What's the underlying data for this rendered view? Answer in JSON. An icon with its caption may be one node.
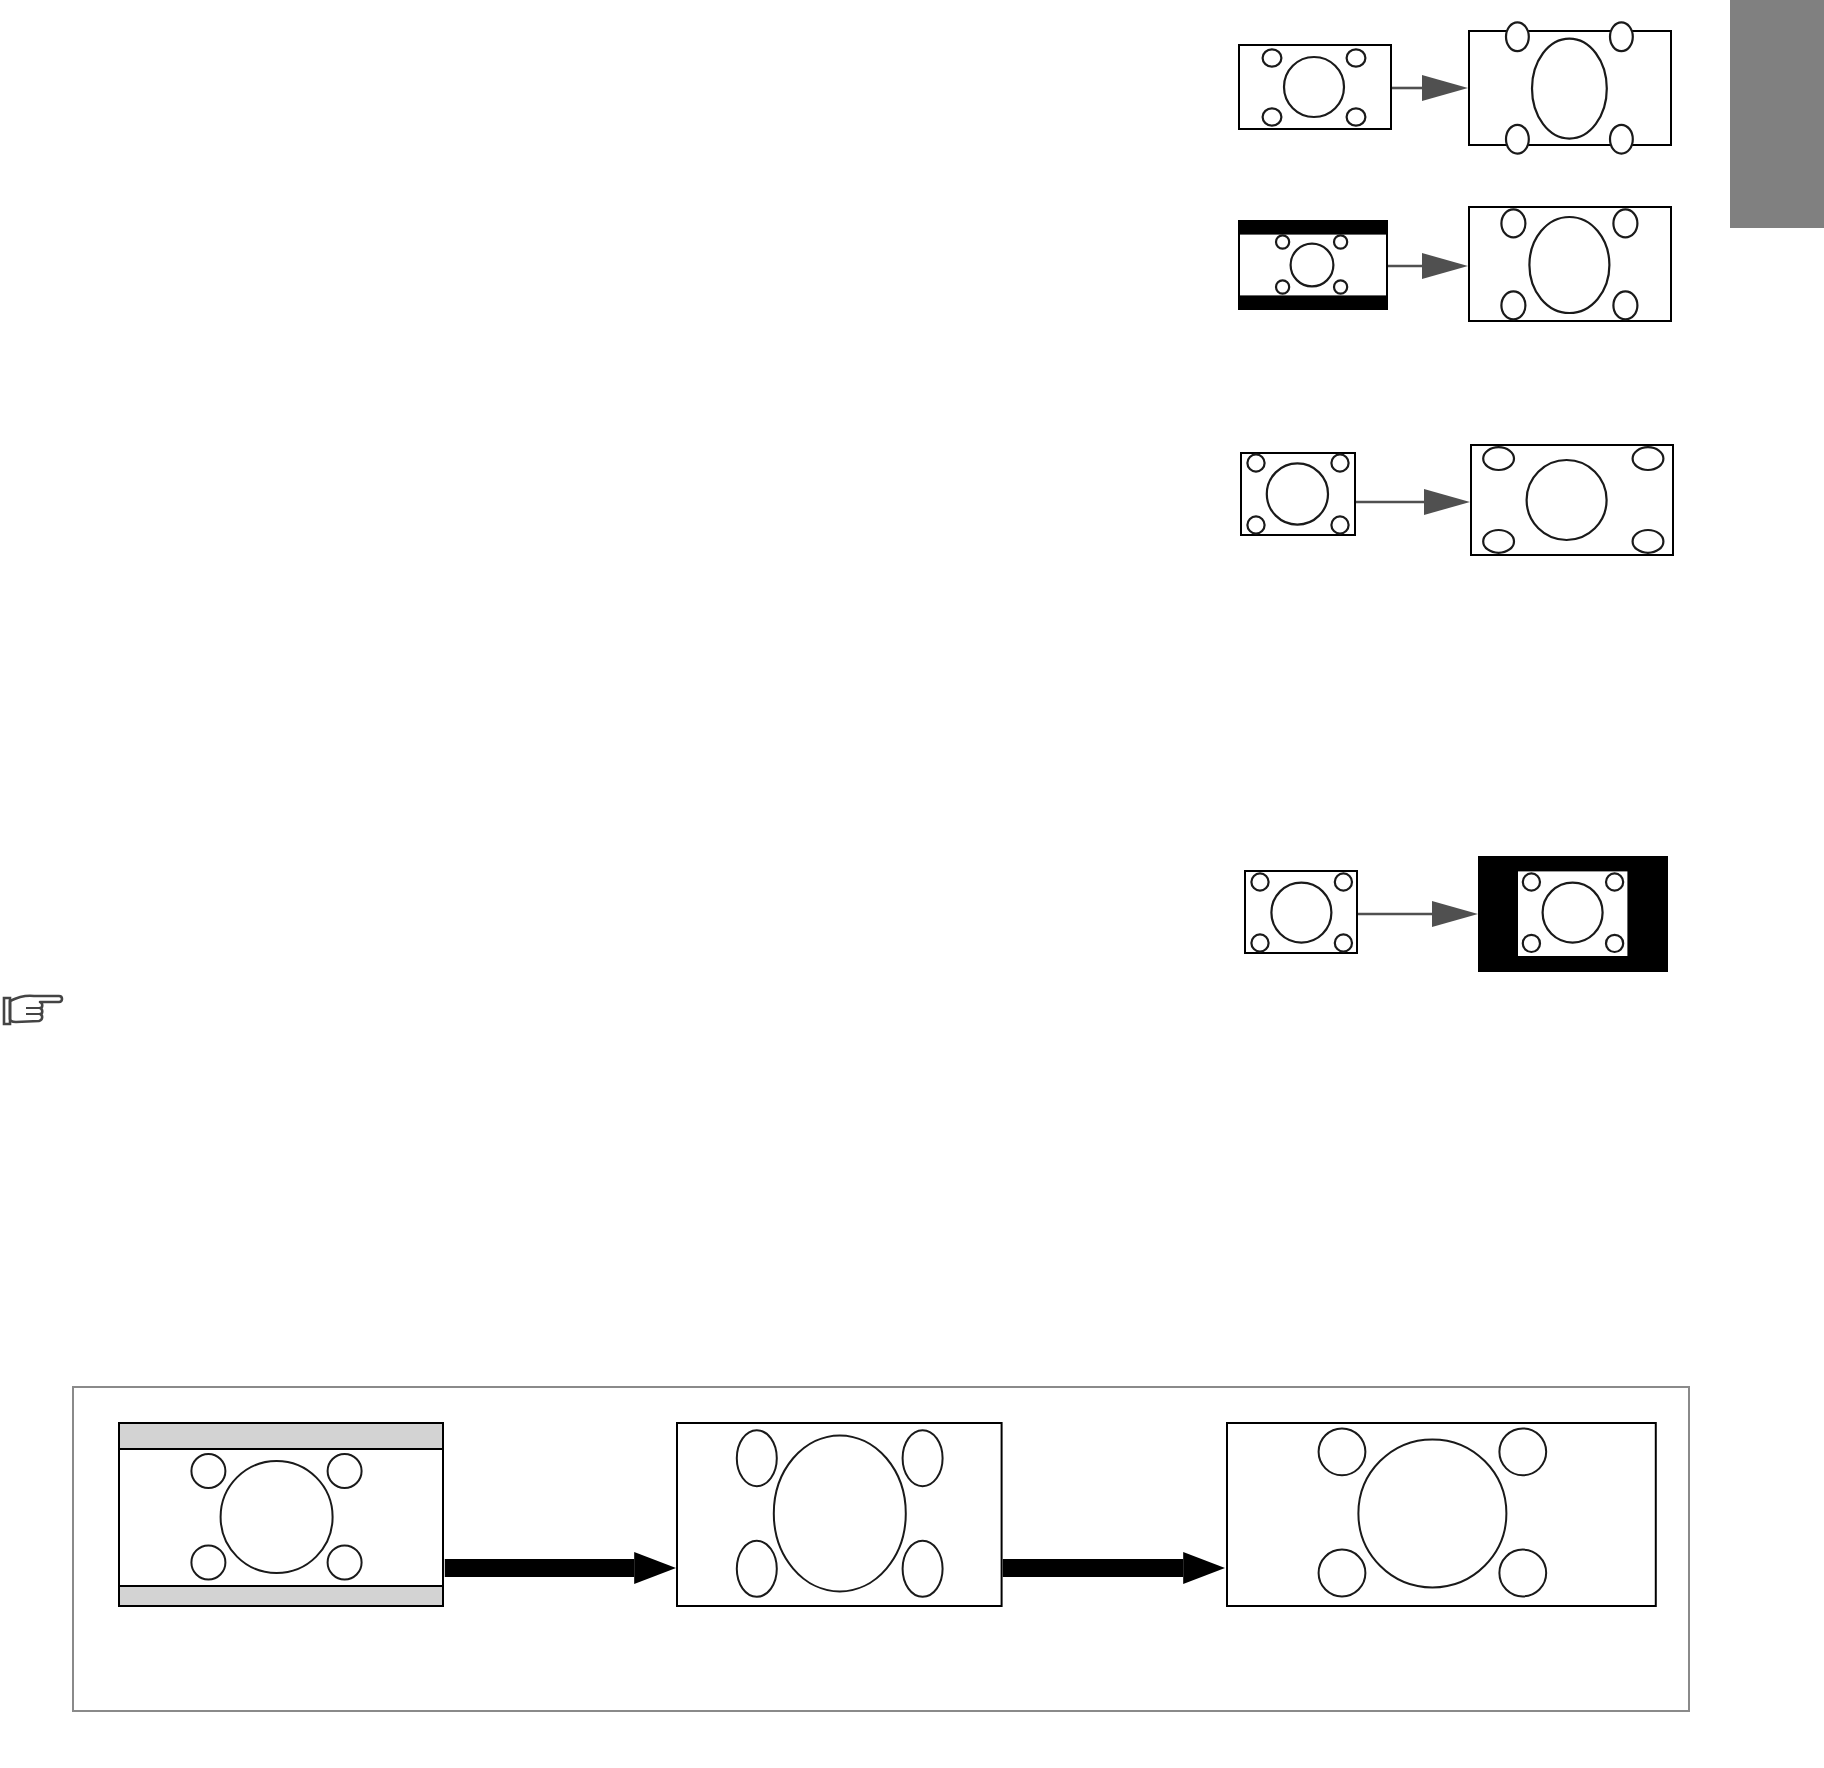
{
  "diagram": {
    "nodes": [
      {
        "text": [],
        "shape": "box"
      },
      {
        "text": [],
        "shape": "picture"
      },
      {
        "text": [],
        "shape": "picture"
      },
      {
        "text": [],
        "shape": "picture"
      },
      {
        "text": [],
        "shape": "picture"
      },
      {
        "text": [],
        "shape": "picture"
      },
      {
        "text": [],
        "shape": "picture"
      },
      {
        "text": [],
        "shape": "picture"
      },
      {
        "text": [],
        "shape": "picture"
      },
      {
        "text": [],
        "shape": "box"
      },
      {
        "text": [],
        "shape": "picture",
        "in": 9
      },
      {
        "text": [],
        "shape": "picture",
        "in": 9
      },
      {
        "text": [],
        "shape": "picture",
        "in": 9
      }
    ],
    "edges": [
      {
        "from": 1,
        "to": 2,
        "arrow": "to"
      },
      {
        "from": 3,
        "to": 4,
        "arrow": "to"
      },
      {
        "from": 5,
        "to": 6,
        "arrow": "to"
      },
      {
        "from": 7,
        "to": 8,
        "arrow": "to"
      },
      {
        "from": 10,
        "to": 11,
        "arrow": "to",
        "style": "thick",
        "color": "#000000"
      },
      {
        "from": 11,
        "to": 12,
        "arrow": "to",
        "style": "thick",
        "color": "#000000"
      }
    ]
  }
}
